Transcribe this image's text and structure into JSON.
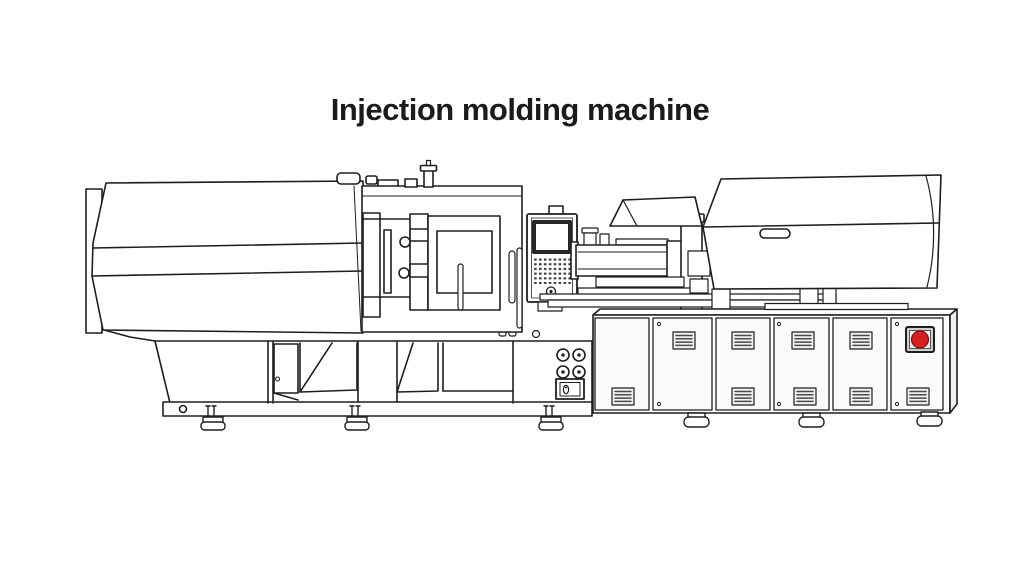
{
  "title": "Injection molding machine",
  "colors": {
    "line": "#1e1e1e",
    "background": "#ffffff",
    "emergency_stop_red": "#d42020",
    "estop_bezel": "#cfcfcf",
    "cabinet_panel": "#fafafa",
    "vent_gray": "#f1f1f1",
    "screen_frame": "#262626"
  },
  "machine": {
    "illustration_type": "black line drawing on white",
    "sections": [
      "clamping-unit-cover",
      "mold-area-safety-gate",
      "control-pendant",
      "injection-unit-barrel",
      "hopper-cover",
      "injection-unit-cover",
      "control-cabinet",
      "machine-base"
    ]
  }
}
